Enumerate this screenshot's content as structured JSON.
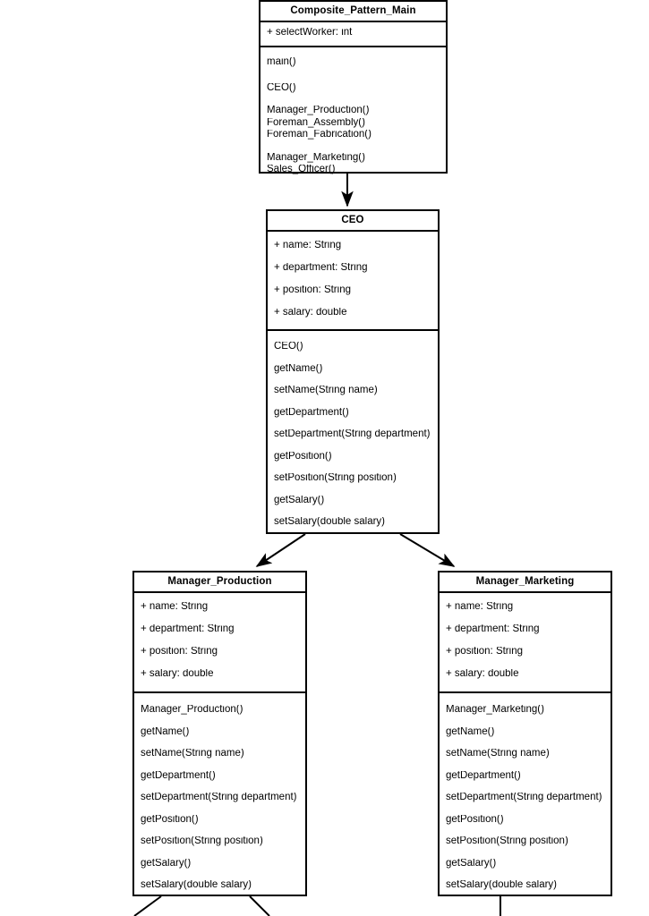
{
  "diagram": {
    "title": "Composite Pattern Class Diagram",
    "colors": {
      "stroke": "#000000",
      "fill": "#ffffff",
      "text": "#000000"
    },
    "classes": [
      {
        "id": "composite-pattern-main",
        "name": "Composite_Pattern_Main",
        "attributes": [
          "+ selectWorker: int"
        ],
        "operations": [
          "main()",
          "CEO()",
          "Manager_Production()",
          "Foreman_Assembly()",
          "Foreman_Fabrication()",
          "Manager_Marketing()",
          "Sales_Officer()"
        ]
      },
      {
        "id": "ceo",
        "name": "CEO",
        "attributes": [
          "+ name: String",
          "+ department: String",
          "+ position: String",
          "+ salary: double"
        ],
        "operations": [
          "CEO()",
          "getName()",
          "setName(String name)",
          "getDepartment()",
          "setDepartment(String department)",
          "getPosition()",
          "setPosition(String position)",
          "getSalary()",
          "setSalary(double salary)"
        ]
      },
      {
        "id": "manager-production",
        "name": "Manager_Production",
        "attributes": [
          "+ name: String",
          "+ department: String",
          "+ position: String",
          "+ salary: double"
        ],
        "operations": [
          "Manager_Production()",
          "getName()",
          "setName(String name)",
          "getDepartment()",
          "setDepartment(String department)",
          "getPosition()",
          "setPosition(String position)",
          "getSalary()",
          "setSalary(double salary)"
        ]
      },
      {
        "id": "manager-marketing",
        "name": "Manager_Marketing",
        "attributes": [
          "+ name: String",
          "+ department: String",
          "+ position: String",
          "+ salary: double"
        ],
        "operations": [
          "Manager_Marketing()",
          "getName()",
          "setName(String name)",
          "getDepartment()",
          "setDepartment(String department)",
          "getPosition()",
          "setPosition(String position)",
          "getSalary()",
          "setSalary(double salary)"
        ]
      }
    ],
    "connectors": [
      {
        "id": "main-to-ceo",
        "from": "composite-pattern-main",
        "to": "ceo",
        "style": "arrow-vertical"
      },
      {
        "id": "ceo-to-manager-production",
        "from": "ceo",
        "to": "manager-production",
        "style": "arrow-diagonal"
      },
      {
        "id": "ceo-to-manager-marketing",
        "from": "ceo",
        "to": "manager-marketing",
        "style": "arrow-diagonal"
      },
      {
        "id": "manager-production-to-foreman-assembly",
        "from": "manager-production",
        "to": "",
        "style": "line-diagonal-cropped"
      },
      {
        "id": "manager-production-to-foreman-fabrication",
        "from": "manager-production",
        "to": "",
        "style": "line-diagonal-cropped"
      },
      {
        "id": "manager-marketing-to-sales-officer",
        "from": "manager-marketing",
        "to": "",
        "style": "line-vertical-cropped"
      }
    ]
  }
}
